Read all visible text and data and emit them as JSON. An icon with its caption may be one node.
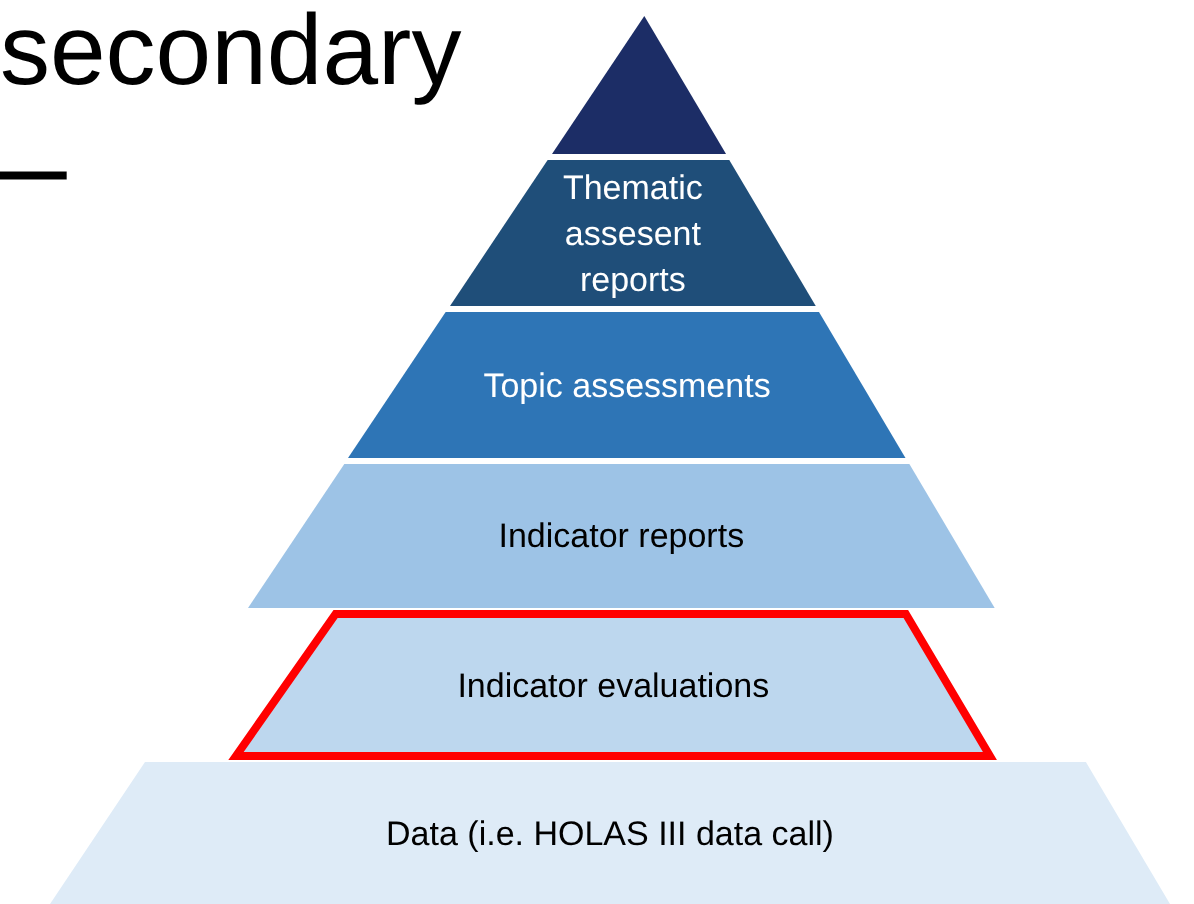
{
  "diagram": {
    "nodes": [
      {
        "text": [],
        "shape": "triangle"
      },
      {
        "text": [
          "Thematic assesent reports"
        ]
      },
      {
        "text": [
          "Topic assessments"
        ]
      },
      {
        "text": [
          "Indicator reports"
        ]
      },
      {
        "text": [
          "Indicator evaluations"
        ]
      },
      {
        "text": [
          "Data (i.e. HOLAS III data call)"
        ]
      }
    ],
    "labels": [
      "secondary",
      "–"
    ]
  }
}
